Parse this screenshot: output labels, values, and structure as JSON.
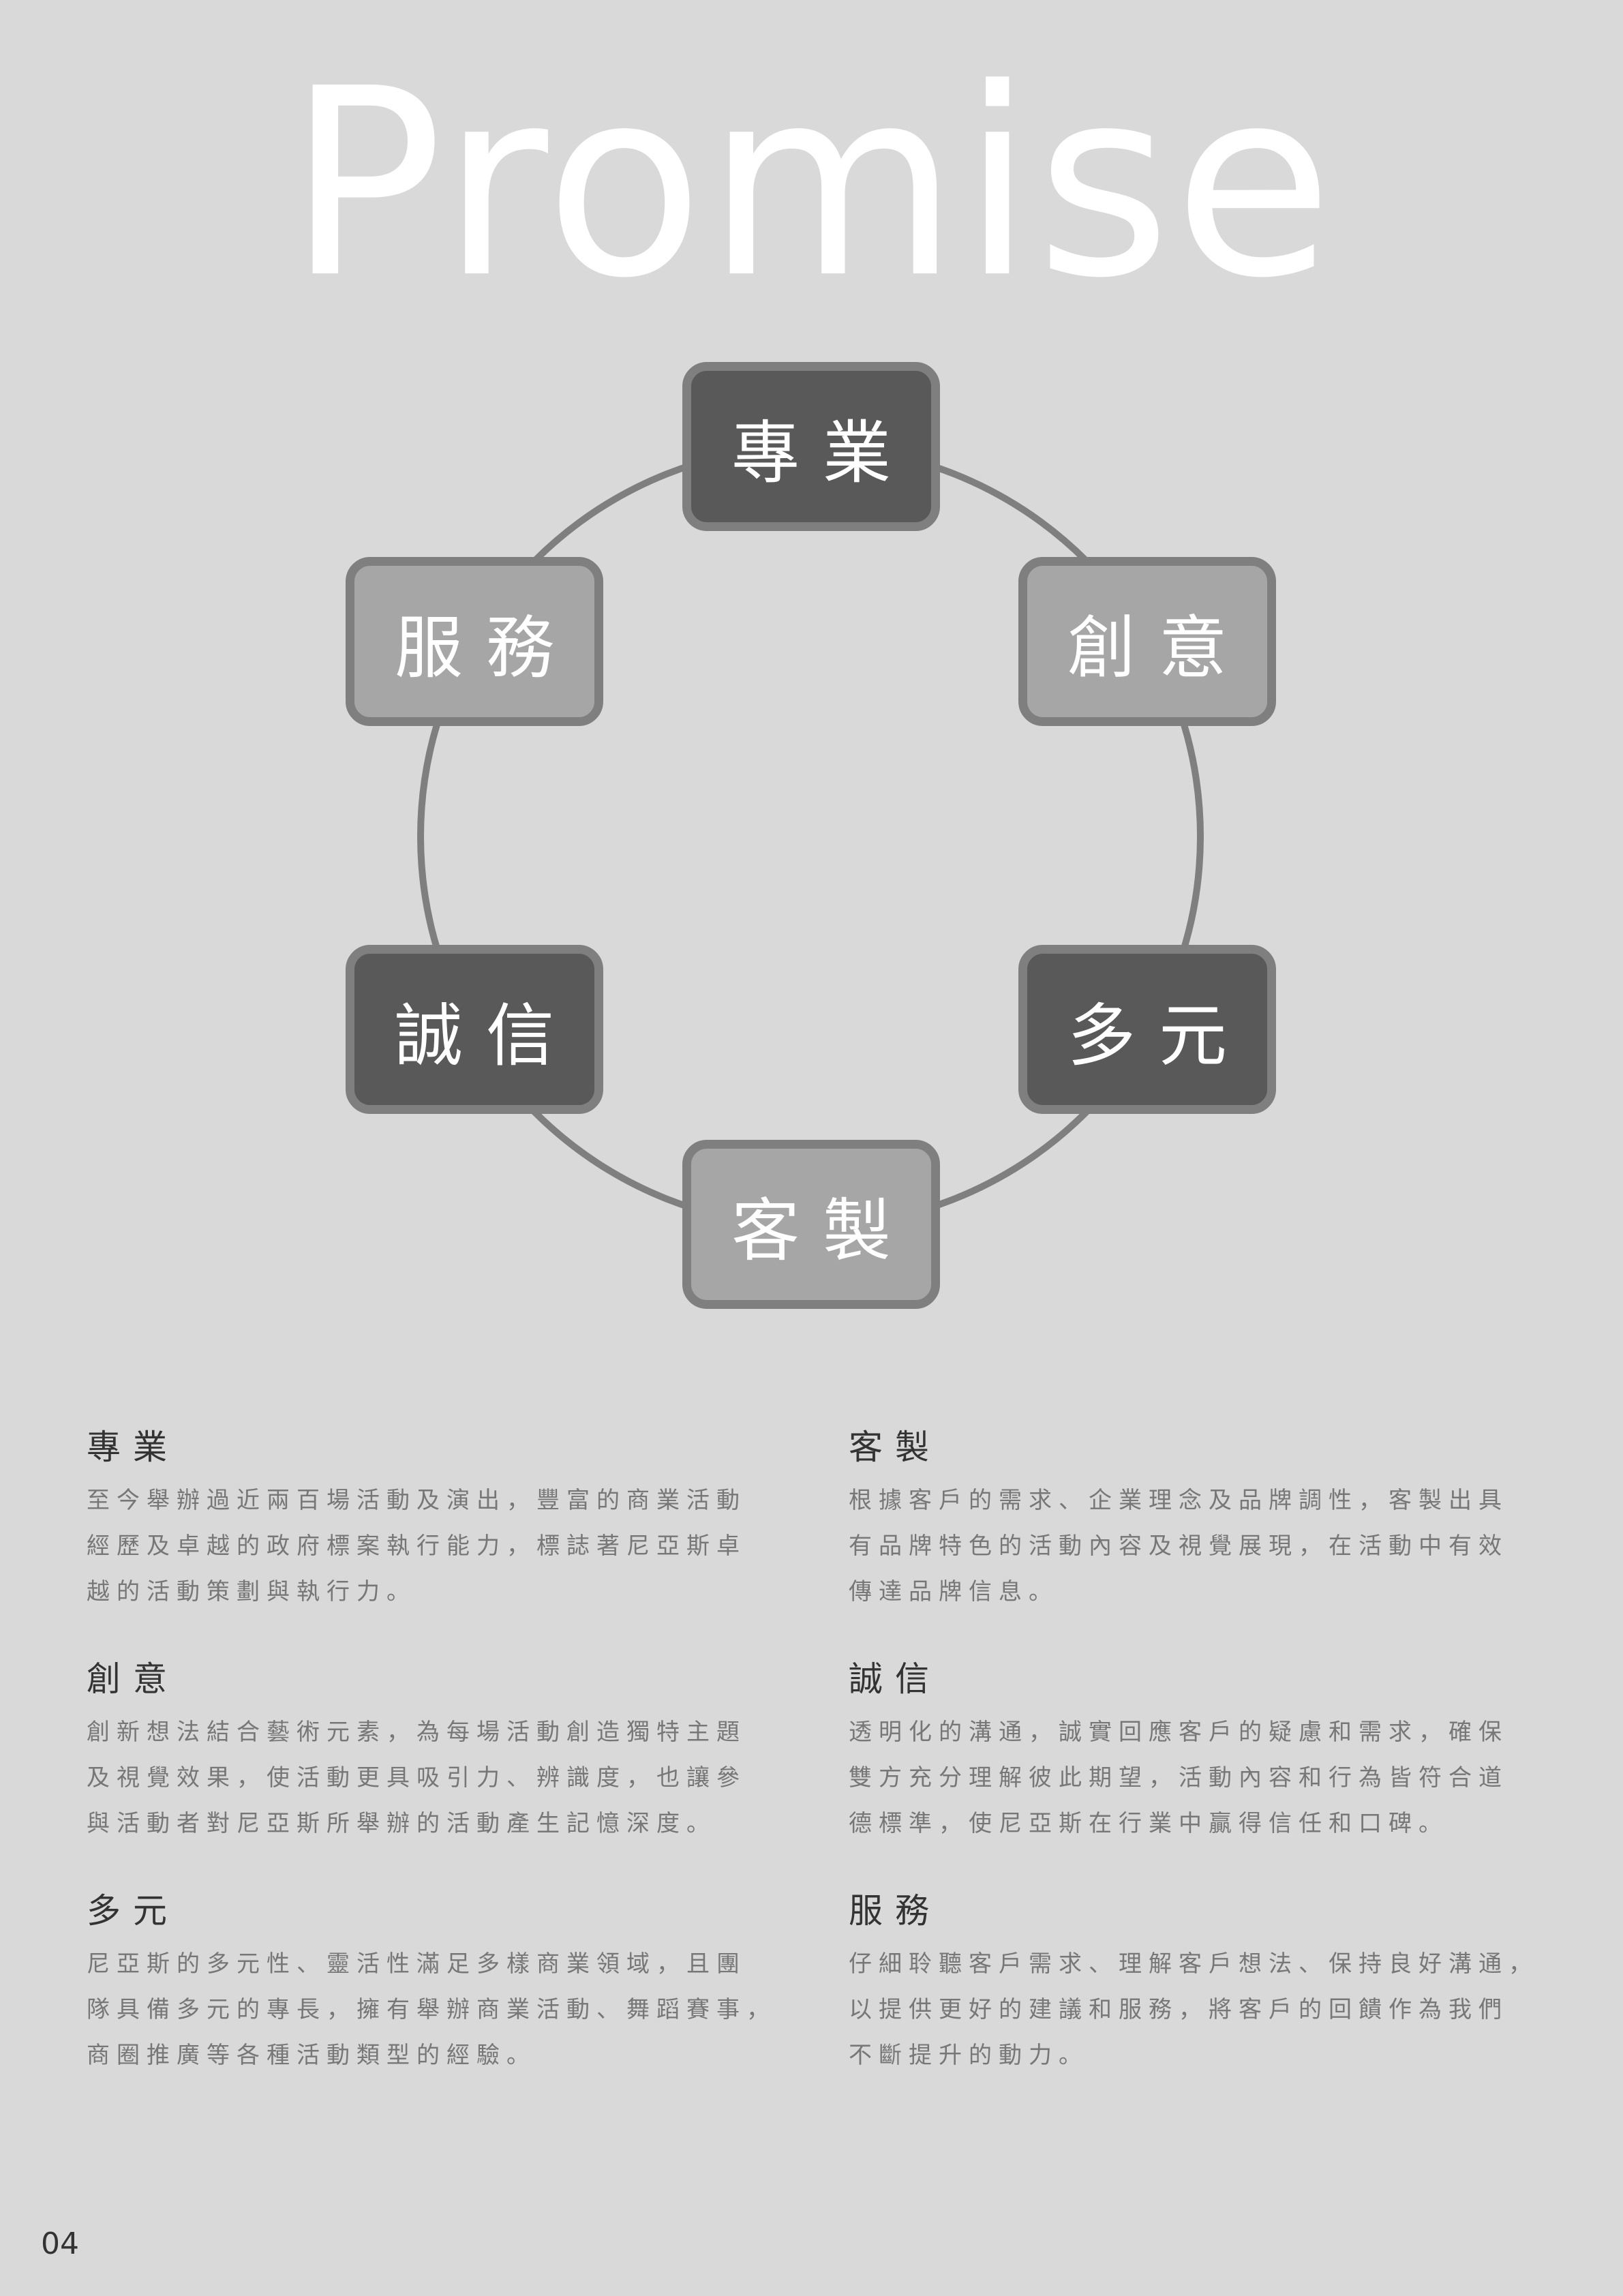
{
  "title": "Promise",
  "diagram": {
    "nodes": [
      {
        "label": "專業",
        "style": "dark"
      },
      {
        "label": "創意",
        "style": "light"
      },
      {
        "label": "多元",
        "style": "dark"
      },
      {
        "label": "客製",
        "style": "light"
      },
      {
        "label": "誠信",
        "style": "dark"
      },
      {
        "label": "服務",
        "style": "light"
      }
    ]
  },
  "sections": [
    {
      "heading": "專業",
      "lines": [
        "至今舉辦過近兩百場活動及演出，豐富的商業活動",
        "經歷及卓越的政府標案執行能力，標誌著尼亞斯卓",
        "越的活動策劃與執行力。"
      ]
    },
    {
      "heading": "創意",
      "lines": [
        "創新想法結合藝術元素，為每場活動創造獨特主題",
        "及視覺效果，使活動更具吸引力、辨識度，也讓參",
        "與活動者對尼亞斯所舉辦的活動產生記憶深度。"
      ]
    },
    {
      "heading": "多元",
      "lines": [
        "尼亞斯的多元性、靈活性滿足多樣商業領域，且團",
        "隊具備多元的專長，擁有舉辦商業活動、舞蹈賽事，",
        "商圈推廣等各種活動類型的經驗。"
      ]
    },
    {
      "heading": "客製",
      "lines": [
        "根據客戶的需求、企業理念及品牌調性，客製出具",
        "有品牌特色的活動內容及視覺展現，在活動中有效",
        "傳達品牌信息。"
      ]
    },
    {
      "heading": "誠信",
      "lines": [
        "透明化的溝通，誠實回應客戶的疑慮和需求，確保",
        "雙方充分理解彼此期望，活動內容和行為皆符合道",
        "德標準，使尼亞斯在行業中贏得信任和口碑。"
      ]
    },
    {
      "heading": "服務",
      "lines": [
        "仔細聆聽客戶需求、理解客戶想法、保持良好溝通，",
        "以提供更好的建議和服務，將客戶的回饋作為我們",
        "不斷提升的動力。"
      ]
    }
  ],
  "page_number": "04"
}
